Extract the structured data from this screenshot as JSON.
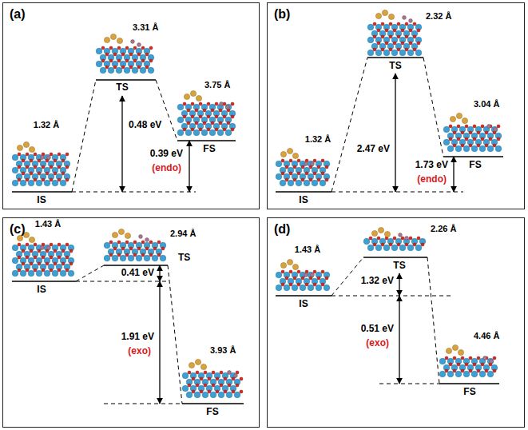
{
  "diagram": {
    "nodes": [
      {
        "text": [
          "(a)"
        ]
      },
      {
        "text": [
          "(b)"
        ]
      },
      {
        "text": [
          "(c)"
        ]
      },
      {
        "text": [
          "(d)"
        ]
      }
    ],
    "labels": [
      "3.31 Å",
      "1.32 Å",
      "TS",
      "0.48 eV",
      "3.75 Å",
      "0.39 eV",
      "(endo)",
      "IS",
      "FS",
      "2.32 Å",
      "TS",
      "3.04 Å",
      "1.32 Å",
      "2.47 eV",
      "1.73 eV",
      "(endo)",
      "IS",
      "FS",
      "1.43 Å",
      "2.94 Å",
      "TS",
      "0.41 eV",
      "IS",
      "1.91 eV",
      "(exo)",
      "3.93 Å",
      "FS",
      "2.26 Å",
      "1.43 Å",
      "TS",
      "1.32 eV",
      "IS",
      "0.51 eV",
      "(exo)",
      "4.46 Å",
      "FS"
    ]
  }
}
